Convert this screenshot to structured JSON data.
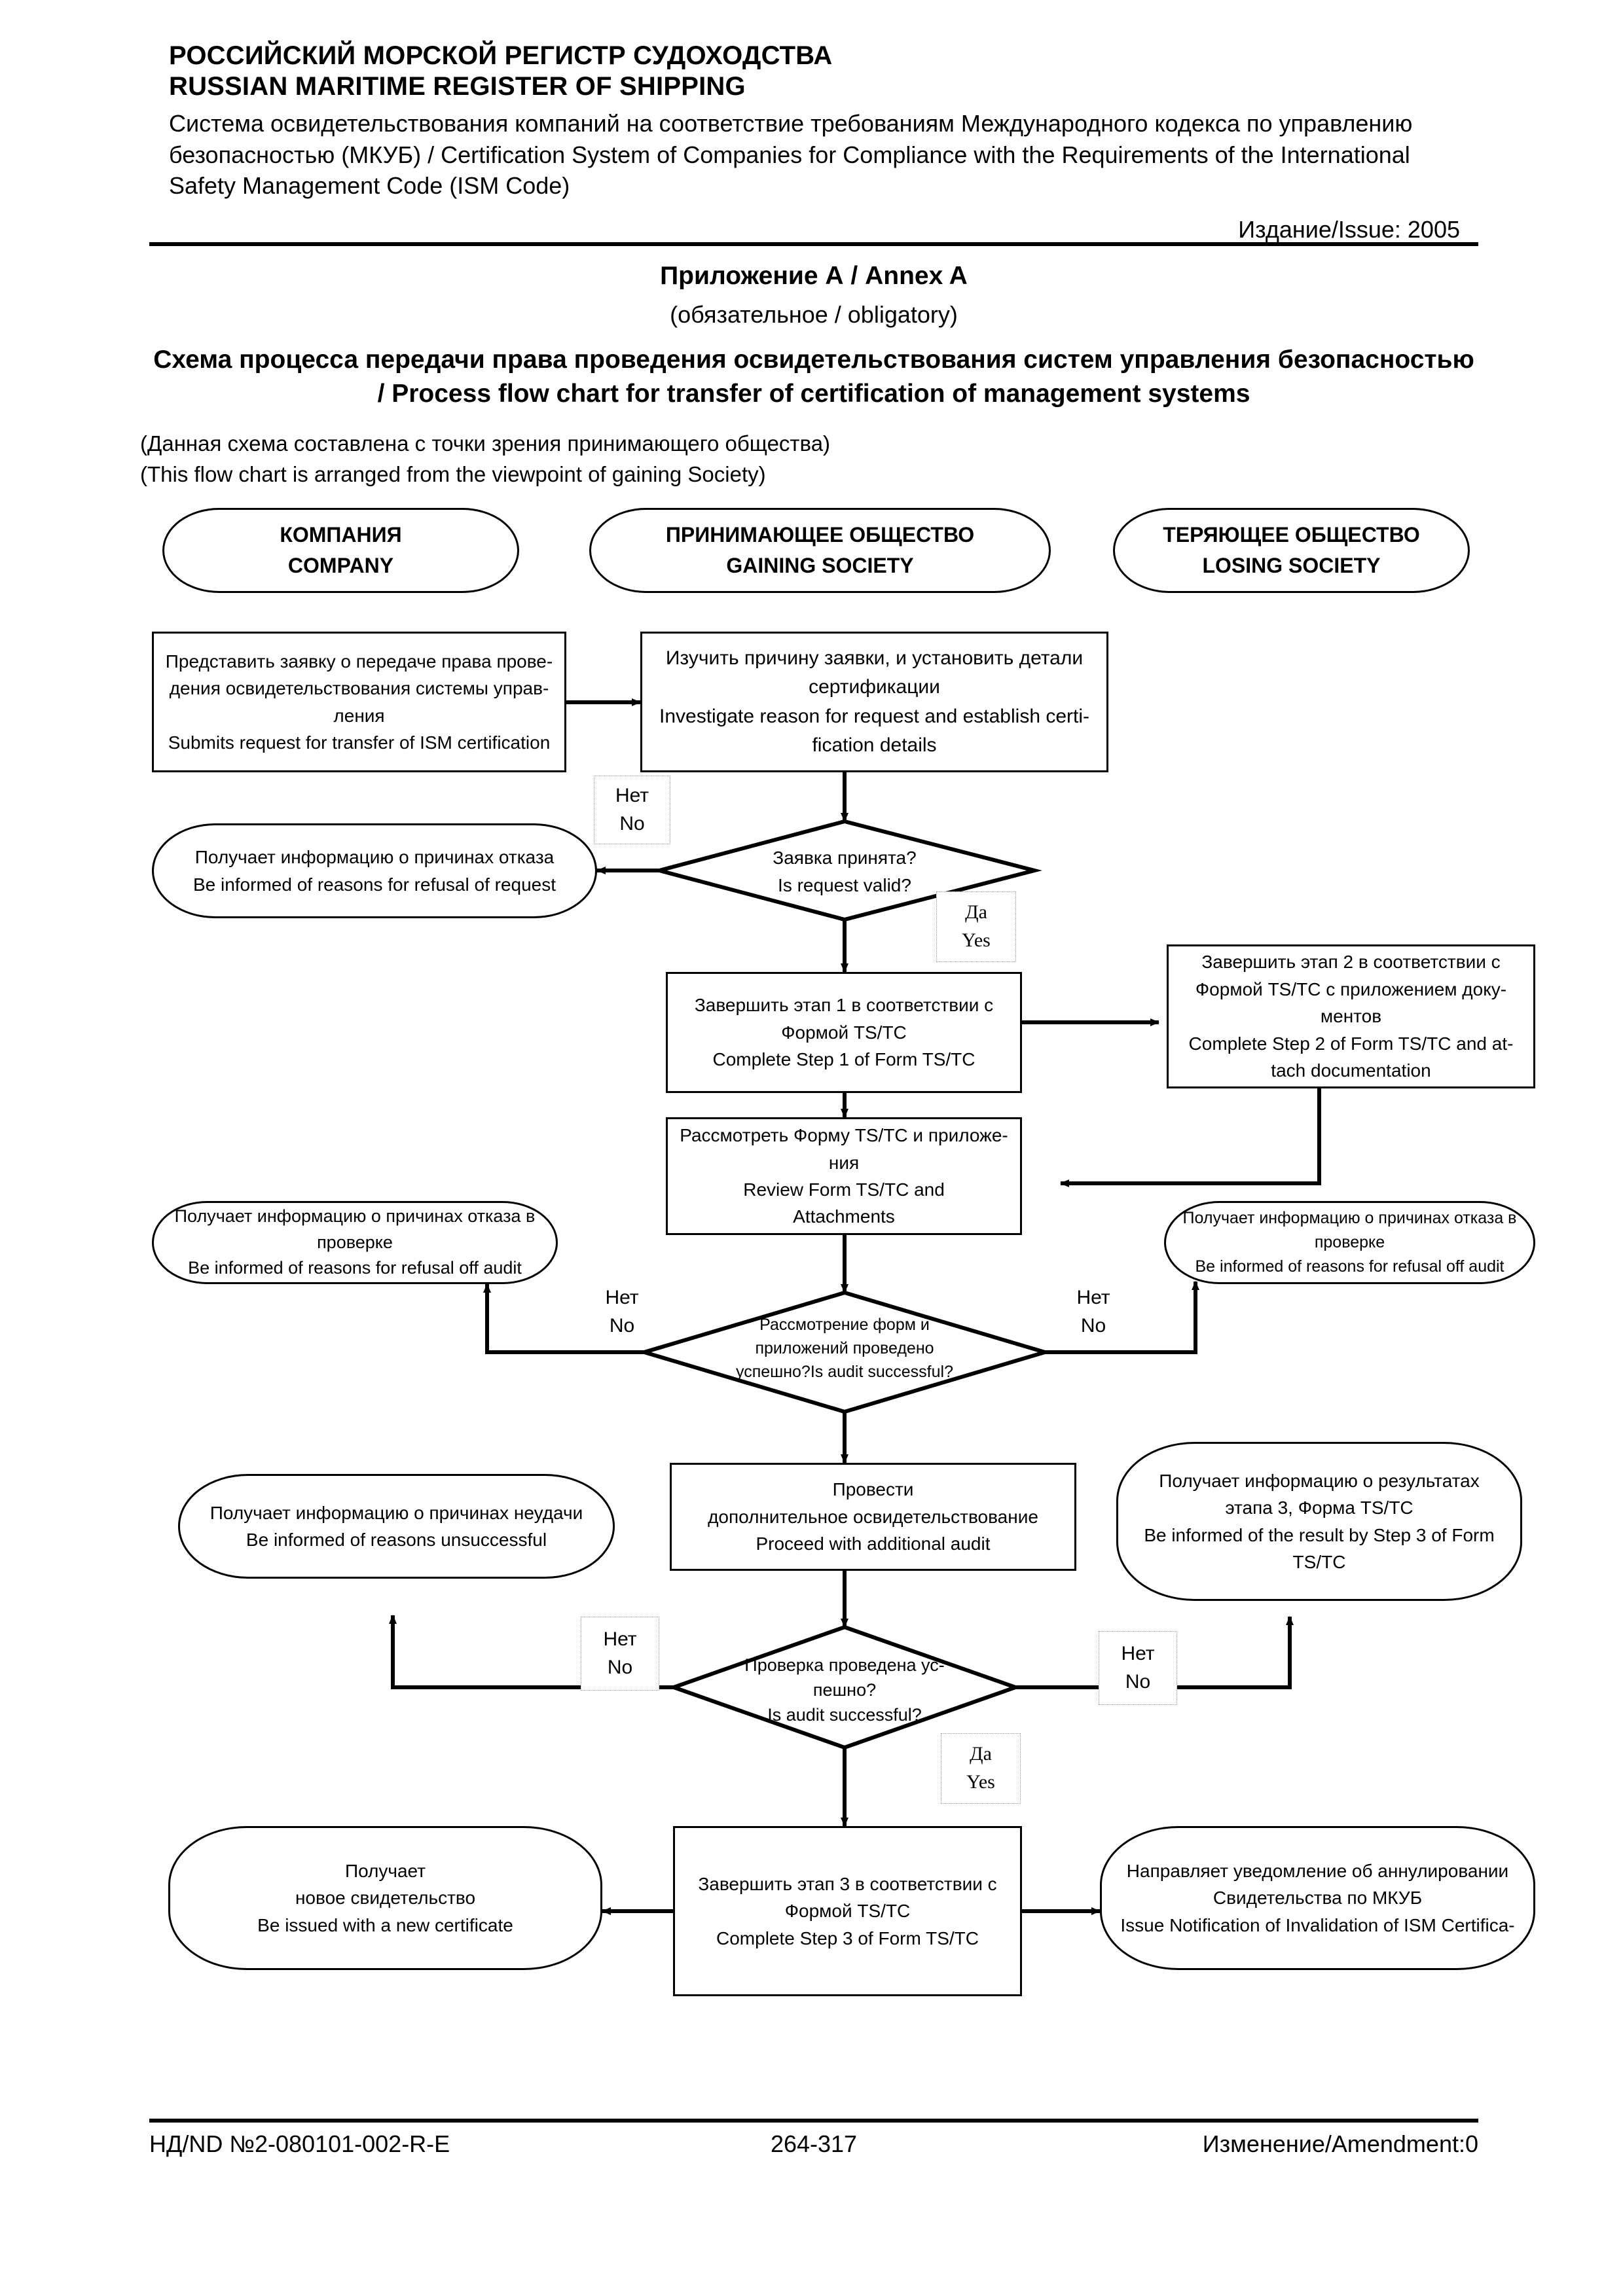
{
  "header": {
    "org_ru": "РОССИЙСКИЙ МОРСКОЙ РЕГИСТР СУДОХОДСТВА",
    "org_en": "RUSSIAN MARITIME REGISTER OF SHIPPING",
    "subtitle": "Система освидетельствования компаний на соответствие требованиям Международного кодекса по управлению безопасностью (МКУБ) / Certification System of Companies for Compliance with the Requirements of the International Safety Management Code (ISM Code)",
    "issue": "Издание/Issue: 2005"
  },
  "title": {
    "annex": "Приложение А / Annex A",
    "obligatory": "(обязательное / obligatory)",
    "main": "Схема процесса передачи права проведения освидетельствования систем управления безопасностью / Process flow chart for transfer of certification of management systems",
    "note_ru": "(Данная схема составлена с точки зрения принимающего общества)",
    "note_en": "(This flow chart is arranged from the viewpoint of gaining Society)"
  },
  "lanes": [
    {
      "ru": "КОМПАНИЯ",
      "en": "COMPANY"
    },
    {
      "ru": "ПРИНИМАЮЩЕЕ ОБЩЕСТВО",
      "en": "GAINING SOCIETY"
    },
    {
      "ru": "ТЕРЯЮЩЕЕ ОБЩЕСТВО",
      "en": "LOSING SOCIETY"
    }
  ],
  "nodes": {
    "submit_request": "Представить заявку о передаче права проведения освидетельствования системы управления\nSubmits request for transfer of ISM certification",
    "investigate": "Изучить причину заявки, и установить детали сертификации\nInvestigate reason for request and establish certification details",
    "refusal_request": "Получает информацию о причинах отказа\nBe informed of reasons for refusal of request",
    "decision_valid": "Заявка принята?\nIs request valid?",
    "step1": "Завершить этап 1 в соответствии с Формой TS/TC\nComplete Step 1 of Form TS/TC",
    "step2": "Завершить этап 2 в соответствии с Формой TS/TC с приложением документов\nComplete Step 2 of Form TS/TC and attach documentation",
    "review_form": "Рассмотреть Форму TS/TC и приложения\nReview Form TS/TC and Attachments",
    "refusal_audit_left": "Получает информацию о причинах отказа  в проверке\nBe informed of reasons for refusal off  audit",
    "refusal_audit_right": "Получает информацию о причинах отказа  в проверке\nBe informed of reasons for refusal off  audit",
    "decision_audit1": "Рассмотрение форм и приложений  проведено успешно?Is audit successful?",
    "additional_audit": "Провести\nдополнительное освидетельствование\nProceed  with additional audit",
    "unsuccessful": "Получает информацию о причинах неудачи\nBe informed of reasons unsuccessful",
    "result_step3": "Получает информацию о результатах этапа 3, Форма TS/TC\nBe informed of the result by Step 3 of Form TS/TC",
    "decision_audit2": "Проверка  проведена успешно?\nIs audit successful?",
    "new_certificate": "Получает\nновое свидетельство\nBe issued with a new certificate",
    "step3": "Завершить этап 3 в соответствии с Формой TS/TC\nComplete Step 3 of Form TS/TC",
    "invalidation": "Направляет уведомление об аннулировании Свидетельства по МКУБ\nIssue Notification of Invalidation of ISM Certifica-"
  },
  "node_lines": {
    "submit_request": [
      "Представить заявку о передаче права прове-",
      "дения освидетельствования системы управ-",
      "ления",
      "Submits request for transfer of ISM certification"
    ],
    "investigate": [
      "Изучить причину заявки, и установить детали",
      "сертификации",
      "Investigate reason for request and establish certi-",
      "fication details"
    ],
    "refusal_request": [
      "Получает информацию о причинах отказа",
      "Be informed of reasons for refusal of request"
    ],
    "decision_valid": [
      "Заявка принята?",
      "Is request valid?"
    ],
    "step1": [
      "Завершить этап 1 в соответствии с",
      "Формой TS/TC",
      "Complete Step 1 of Form TS/TC"
    ],
    "step2": [
      "Завершить этап 2 в соответствии с",
      "Формой TS/TC с приложением доку-",
      "ментов",
      "Complete Step 2 of Form TS/TC and at-",
      "tach documentation"
    ],
    "review_form": [
      "Рассмотреть Форму TS/TC и приложе-",
      "ния",
      "Review Form TS/TC and",
      "Attachments"
    ],
    "refusal_audit_left": [
      "Получает информацию о причинах отказа  в",
      "проверке",
      "Be informed of reasons for refusal off  audit"
    ],
    "refusal_audit_right": [
      "Получает информацию о причинах отказа  в",
      "проверке",
      "Be informed of reasons for refusal off  audit"
    ],
    "decision_audit1": [
      "Рассмотрение форм и",
      "приложений  проведено",
      "успешно?Is audit successful?"
    ],
    "additional_audit": [
      "Провести",
      "дополнительное освидетельствование",
      "Proceed  with additional audit"
    ],
    "unsuccessful": [
      "Получает информацию о причинах неудачи",
      "Be informed of reasons unsuccessful"
    ],
    "result_step3": [
      "Получает информацию о результатах",
      "этапа 3, Форма TS/TC",
      "Be informed of the result by Step 3 of Form",
      "TS/TC"
    ],
    "decision_audit2": [
      "Проверка  проведена ус-",
      "пешно?",
      "Is audit successful?"
    ],
    "new_certificate": [
      "Получает",
      "новое свидетельство",
      "Be issued with a new certificate"
    ],
    "step3": [
      "Завершить этап 3 в соответствии с",
      "Формой TS/TC",
      "Complete Step 3 of Form TS/TC"
    ],
    "invalidation": [
      "Направляет уведомление об аннулировании",
      "Свидетельства по МКУБ",
      "Issue Notification of Invalidation of ISM Certifica-"
    ]
  },
  "branch_labels": {
    "no_1": [
      "Нет",
      "No"
    ],
    "yes_1": [
      "Да",
      "Yes"
    ],
    "no_2a": [
      "Нет",
      "No"
    ],
    "no_2b": [
      "Нет",
      "No"
    ],
    "no_3a": [
      "Нет",
      "No"
    ],
    "no_3b": [
      "Нет",
      "No"
    ],
    "yes_3": [
      "Да",
      "Yes"
    ]
  },
  "footer": {
    "doc_id": "НД/ND №2-080101-002-R-E",
    "page": "264-317",
    "amendment": "Изменение/Amendment:0"
  },
  "colors": {
    "ink": "#000000",
    "paper": "#ffffff",
    "label_border": "#999999"
  }
}
